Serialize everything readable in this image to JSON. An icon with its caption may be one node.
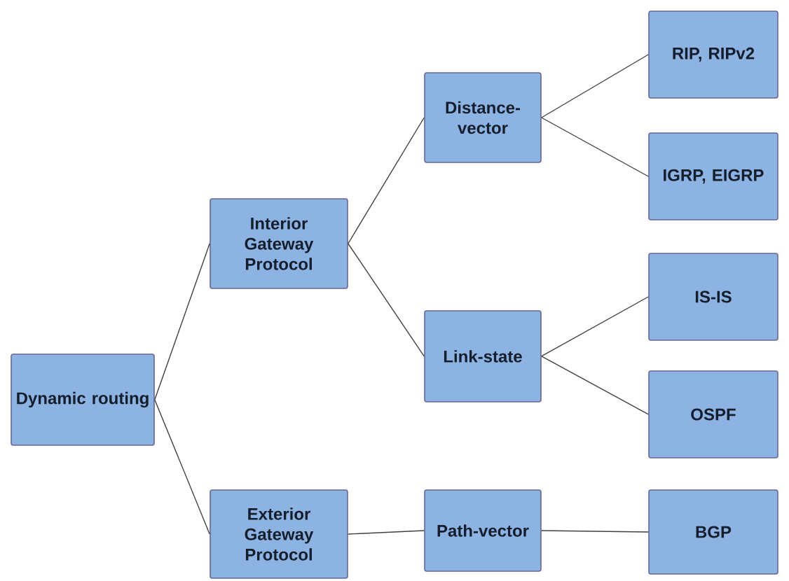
{
  "diagram": {
    "nodes": [
      {
        "text": [
          "Dynamic routing"
        ]
      },
      {
        "text": [
          "Interior Gateway Protocol"
        ]
      },
      {
        "text": [
          "Exterior Gateway Protocol"
        ]
      },
      {
        "text": [
          "Distance-vector"
        ]
      },
      {
        "text": [
          "Link-state"
        ]
      },
      {
        "text": [
          "Path-vector"
        ]
      },
      {
        "text": [
          "RIP, RIPv2"
        ]
      },
      {
        "text": [
          "IGRP, EIGRP"
        ]
      },
      {
        "text": [
          "IS-IS"
        ]
      },
      {
        "text": [
          "OSPF"
        ]
      },
      {
        "text": [
          "BGP"
        ]
      }
    ],
    "edges": [
      {
        "from": 0,
        "to": 1,
        "arrow": "none"
      },
      {
        "from": 0,
        "to": 2,
        "arrow": "none"
      },
      {
        "from": 1,
        "to": 3,
        "arrow": "none"
      },
      {
        "from": 1,
        "to": 4,
        "arrow": "none"
      },
      {
        "from": 2,
        "to": 5,
        "arrow": "none"
      },
      {
        "from": 3,
        "to": 6,
        "arrow": "none"
      },
      {
        "from": 3,
        "to": 7,
        "arrow": "none"
      },
      {
        "from": 4,
        "to": 8,
        "arrow": "none"
      },
      {
        "from": 4,
        "to": 9,
        "arrow": "none"
      },
      {
        "from": 5,
        "to": 10,
        "arrow": "none"
      }
    ]
  }
}
